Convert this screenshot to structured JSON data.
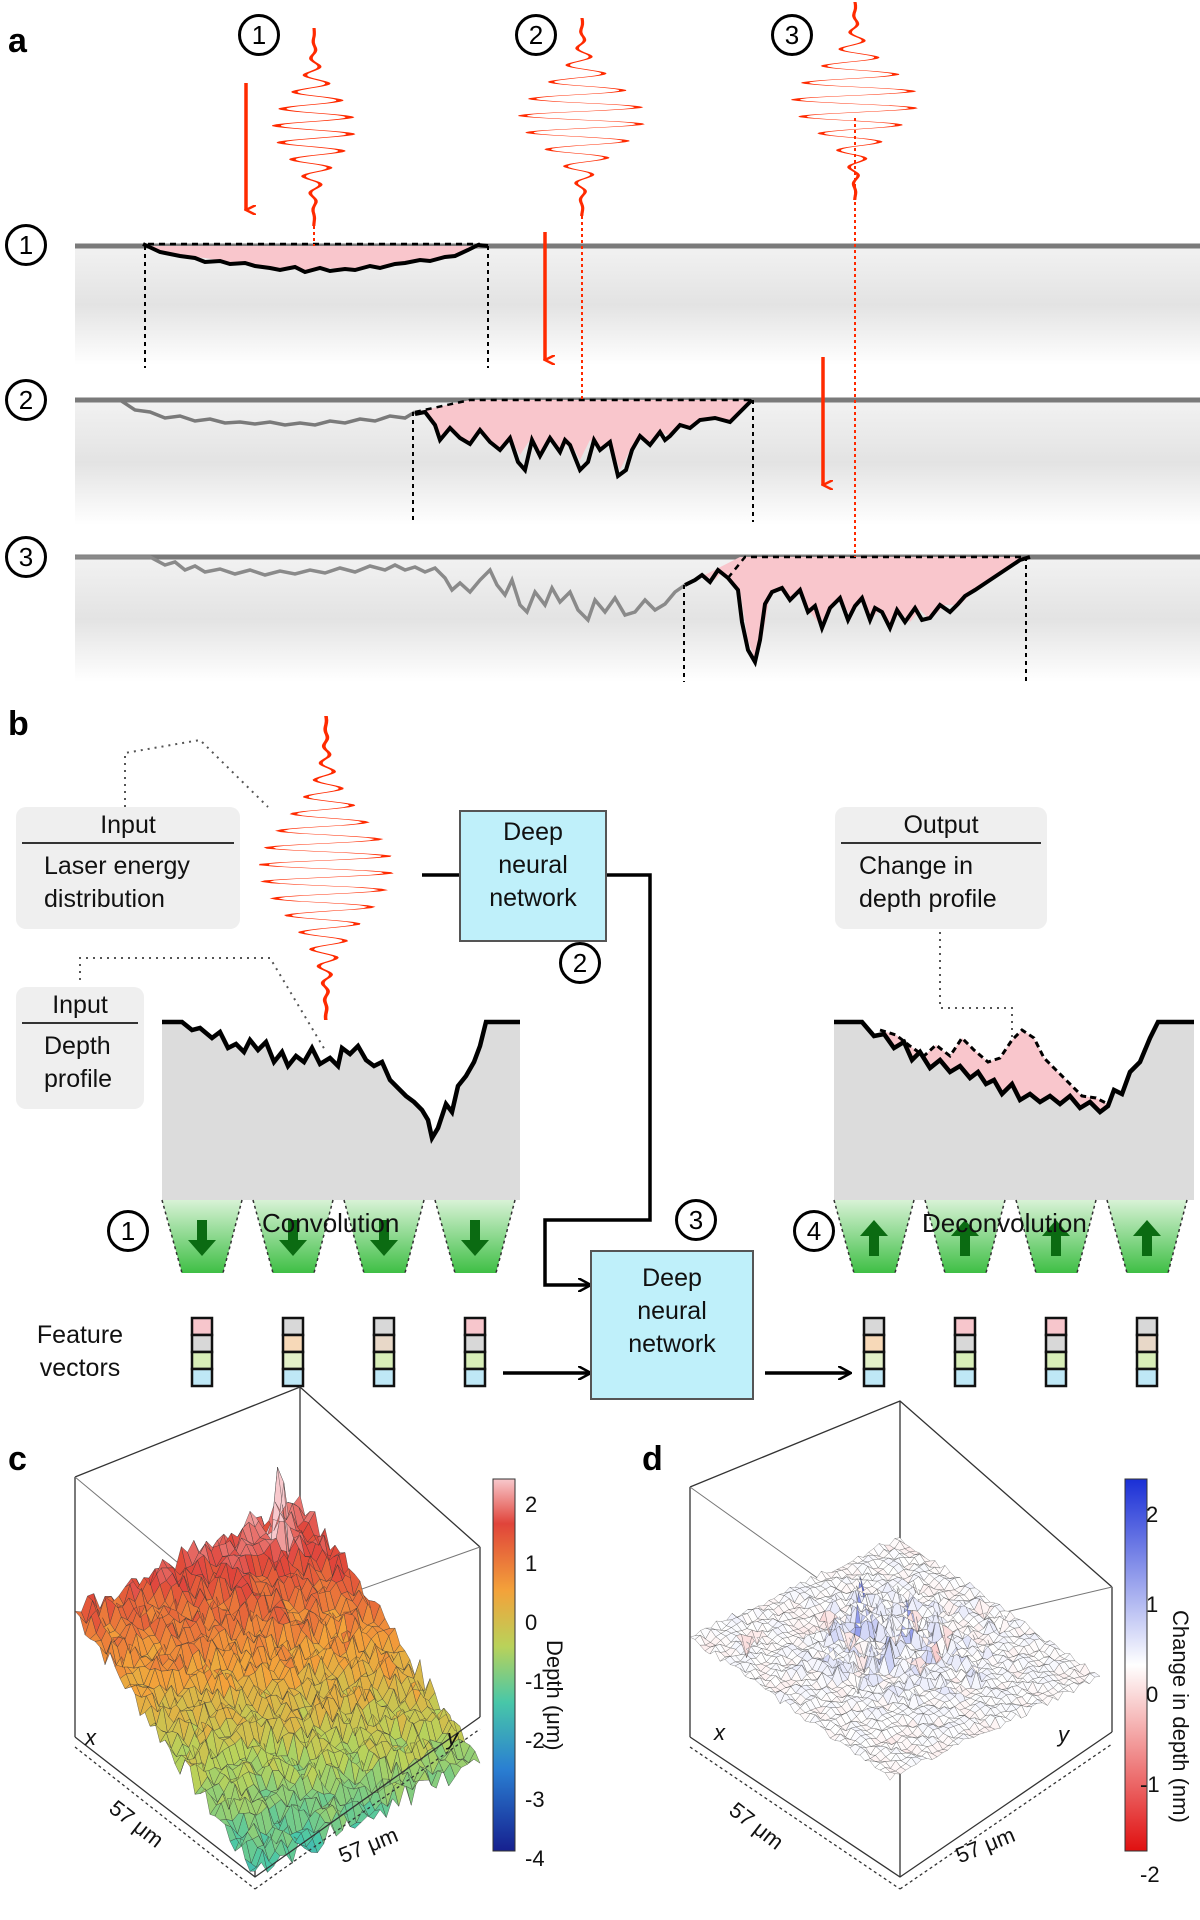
{
  "panels": {
    "a": {
      "letter": "a",
      "pulse_numbers": [
        "1",
        "2",
        "3"
      ],
      "row_numbers": [
        "1",
        "2",
        "3"
      ]
    },
    "b": {
      "letter": "b",
      "input_laser": {
        "header": "Input",
        "body_line1": "Laser energy",
        "body_line2": "distribution"
      },
      "input_depth": {
        "header": "Input",
        "body_line1": "Depth",
        "body_line2": "profile"
      },
      "output": {
        "header": "Output",
        "body_line1": "Change in",
        "body_line2": "depth profile"
      },
      "dnn_top": {
        "line1": "Deep",
        "line2": "neural",
        "line3": "network"
      },
      "dnn_mid": {
        "line1": "Deep",
        "line2": "neural",
        "line3": "network"
      },
      "convolution_label": "Convolution",
      "deconvolution_label": "Deconvolution",
      "feature_vectors_line1": "Feature",
      "feature_vectors_line2": "vectors",
      "step_numbers": [
        "1",
        "2",
        "3",
        "4"
      ]
    },
    "c": {
      "letter": "c",
      "axis_x": "x",
      "axis_y": "y",
      "size_x": "57 μm",
      "size_y": "57 μm",
      "colorbar_label": "Depth (μm)",
      "colorbar_ticks": [
        "2",
        "1",
        "0",
        "-1",
        "-2",
        "-3",
        "-4"
      ]
    },
    "d": {
      "letter": "d",
      "axis_x": "x",
      "axis_y": "y",
      "size_x": "57 μm",
      "size_y": "57 μm",
      "colorbar_label": "Change in depth (nm)",
      "colorbar_ticks": [
        "2",
        "1",
        "0",
        "-1",
        "-2"
      ]
    }
  },
  "colors": {
    "laser_red": "#ff2a00",
    "ablated_pink": "#f9c6cc",
    "substrate_grey": "#dcdcdc",
    "dnn_blue": "#bff0fa",
    "kernel_green": "#3fbf45"
  }
}
